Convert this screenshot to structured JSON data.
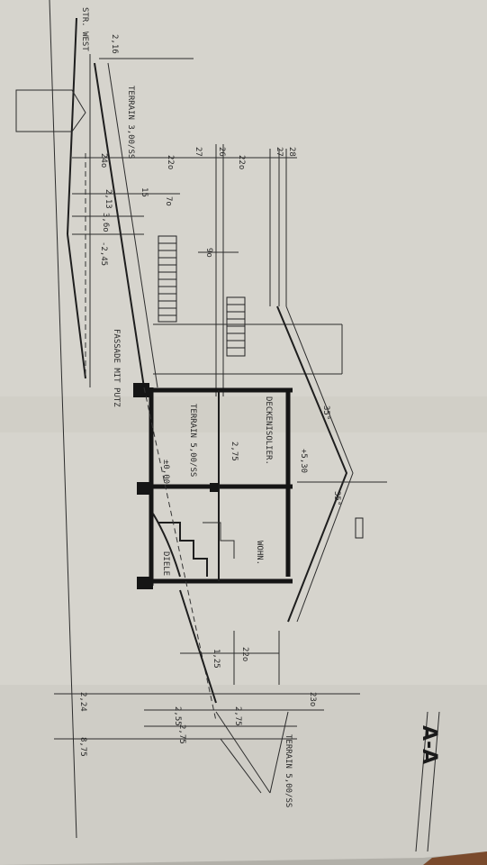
{
  "photo": {
    "subject_labels": {
      "section_mark": "A-A",
      "street": "STR. WEST",
      "terrain_top": "TERRAIN 3,00/SS",
      "terrain_mid": "TERRAIN 5,00/SS",
      "terrain_bottom": "TERRAIN 5,00/SS",
      "facade": "FASSADE MIT PUTZ",
      "roof_note": "DECKENISOLIER.",
      "wohn": "WOHN.",
      "diele": "DIELE"
    },
    "dimensions": {
      "d240": "24o",
      "d220a": "22o",
      "d220b": "22o",
      "d27a": "27",
      "d26": "26",
      "d27b": "27",
      "d28": "28",
      "d213": "2,13",
      "d36": "3,6o",
      "d245": "-2,45",
      "d90": "9o",
      "d275": "2,75",
      "d000": "±0,00",
      "d530": "+5,30",
      "d35a": "35°",
      "d35b": "35°",
      "d125": "1,25",
      "d220c": "22o",
      "d255": "2,55",
      "d275b": "2,75",
      "d275c": "2,75",
      "d230": "23o",
      "d224": "2,24",
      "d275d": "8,75",
      "d216": "2,16",
      "d15": "15",
      "d70": "7o"
    },
    "colors": {
      "paper": "#d9d7d0",
      "paper_shadow": "#b9b7b0",
      "ink": "#1a1a1a",
      "wood": "#7a4a2c"
    }
  }
}
